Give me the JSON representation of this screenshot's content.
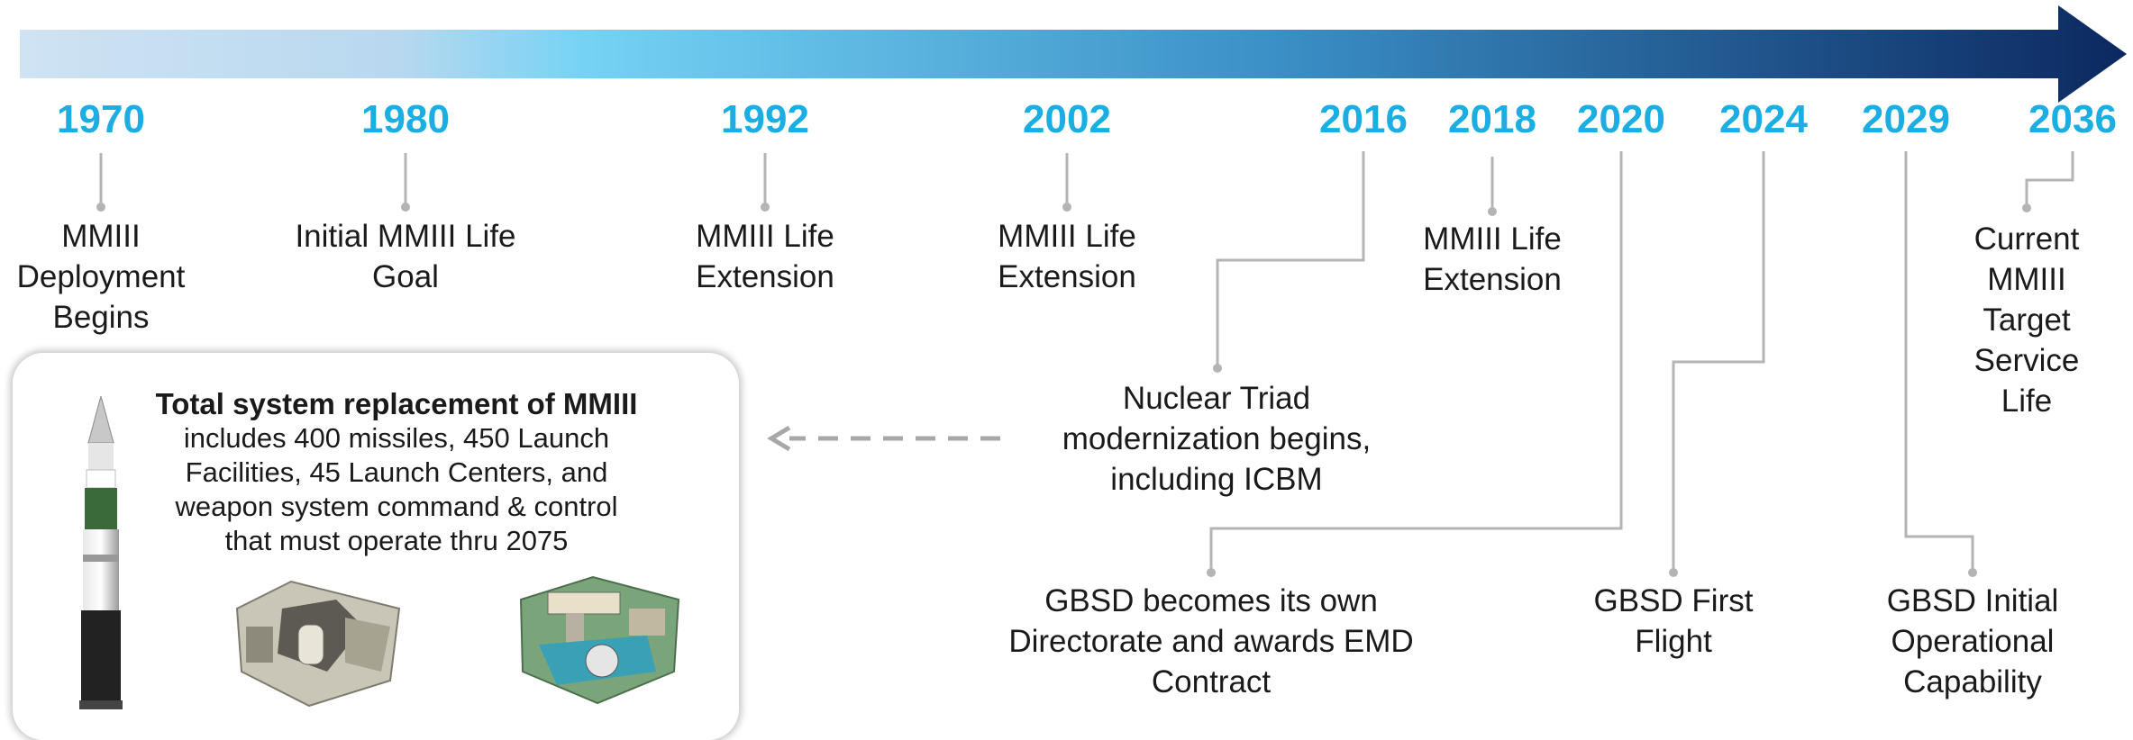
{
  "years": [
    "1970",
    "1980",
    "1992",
    "2002",
    "2016",
    "2018",
    "2020",
    "2024",
    "2029",
    "2036"
  ],
  "milestones": {
    "m1970": "MMIII Deployment Begins",
    "m1980": "Initial MMIII Life Goal",
    "m1992": "MMIII Life Extension",
    "m2002": "MMIII Life Extension",
    "m2016": "Nuclear Triad modernization begins, including ICBM",
    "m2018": "MMIII Life Extension",
    "m2020": "GBSD becomes its own Directorate and awards EMD Contract",
    "m2024": "GBSD First Flight",
    "m2029": "GBSD Initial Operational Capability",
    "m2036": "Current MMIII Target Service Life"
  },
  "callout": {
    "title": "Total system replacement of MMIII",
    "body": "includes 400 missiles, 450 Launch Facilities, 45 Launch Centers, and weapon system command & control that must operate thru 2075",
    "images": [
      "missile-image",
      "launch-center-image",
      "launch-facility-image"
    ]
  },
  "colors": {
    "year": "#1aaee3",
    "arrow_start": "#cfe3f3",
    "arrow_mid": "#74d2f4",
    "arrow_end": "#0c2860",
    "connector": "#b4b4b4",
    "dashed_arrow": "#a8a8a8"
  }
}
